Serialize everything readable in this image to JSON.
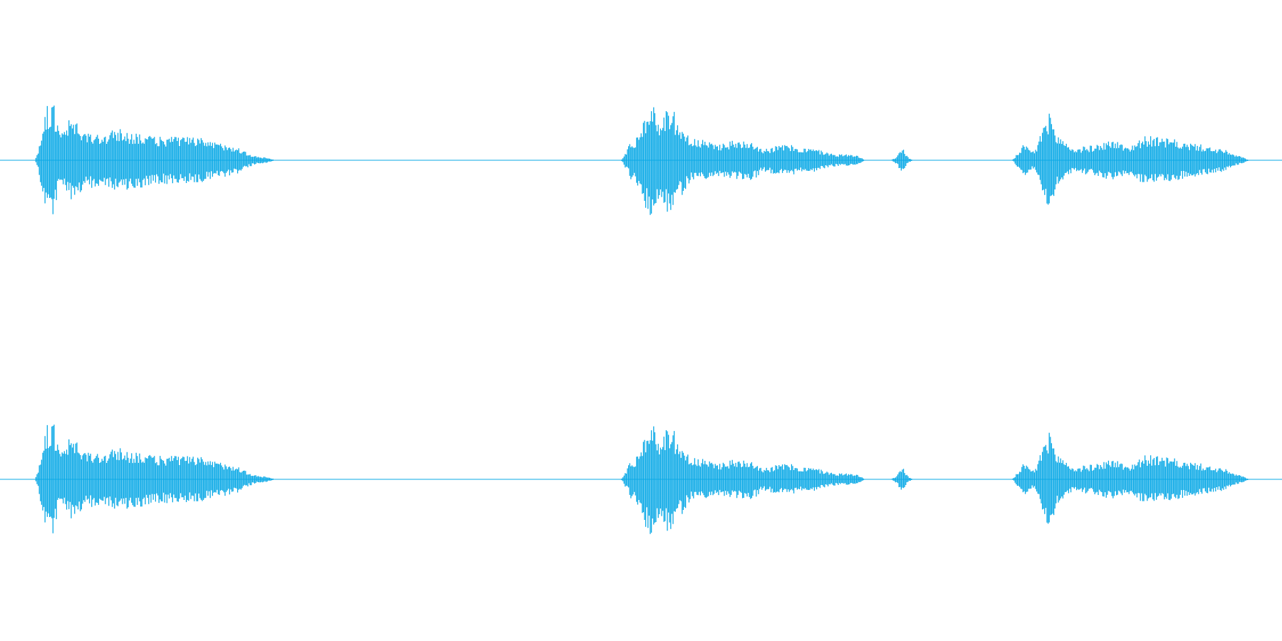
{
  "chart_data": {
    "type": "area",
    "kind": "stereo-audio-waveform",
    "color": "#0aa9e6",
    "background": "#ffffff",
    "grid": false,
    "legend": "none",
    "x_units": "fraction-of-duration",
    "xlim": [
      0,
      1
    ],
    "ylim": [
      -1,
      1
    ],
    "channels": [
      {
        "segments": [
          {
            "x": [
              0.028,
              0.215
            ],
            "peaks": [
              [
                0.033,
                0.83
              ],
              [
                0.041,
                0.96
              ],
              [
                0.047,
                0.45
              ],
              [
                0.055,
                0.67
              ],
              [
                0.068,
                0.46
              ],
              [
                0.078,
                0.44
              ],
              [
                0.092,
                0.51
              ],
              [
                0.106,
                0.47
              ],
              [
                0.12,
                0.39
              ],
              [
                0.135,
                0.4
              ],
              [
                0.15,
                0.38
              ],
              [
                0.175,
                0.28
              ],
              [
                0.205,
                0.05
              ]
            ]
          },
          {
            "x": [
              0.485,
              0.675
            ],
            "peaks": [
              [
                0.494,
                0.35
              ],
              [
                0.508,
                0.9
              ],
              [
                0.515,
                0.7
              ],
              [
                0.523,
                0.91
              ],
              [
                0.53,
                0.6
              ],
              [
                0.54,
                0.36
              ],
              [
                0.56,
                0.28
              ],
              [
                0.572,
                0.32
              ],
              [
                0.585,
                0.34
              ],
              [
                0.596,
                0.2
              ],
              [
                0.612,
                0.26
              ],
              [
                0.63,
                0.2
              ],
              [
                0.655,
                0.1
              ]
            ]
          },
          {
            "x": [
              0.695,
              0.712
            ],
            "peaks": [
              [
                0.697,
                0.1
              ],
              [
                0.704,
                0.2
              ],
              [
                0.71,
                0.1
              ]
            ]
          },
          {
            "x": [
              0.79,
              0.975
            ],
            "peaks": [
              [
                0.798,
                0.25
              ],
              [
                0.806,
                0.16
              ],
              [
                0.818,
                0.77
              ],
              [
                0.826,
                0.4
              ],
              [
                0.838,
                0.2
              ],
              [
                0.85,
                0.24
              ],
              [
                0.868,
                0.33
              ],
              [
                0.88,
                0.24
              ],
              [
                0.895,
                0.4
              ],
              [
                0.91,
                0.36
              ],
              [
                0.93,
                0.28
              ],
              [
                0.95,
                0.2
              ],
              [
                0.968,
                0.07
              ]
            ]
          }
        ]
      },
      {
        "segments": [
          {
            "x": [
              0.028,
              0.215
            ],
            "peaks": [
              [
                0.033,
                0.83
              ],
              [
                0.041,
                0.96
              ],
              [
                0.047,
                0.45
              ],
              [
                0.055,
                0.67
              ],
              [
                0.068,
                0.46
              ],
              [
                0.078,
                0.44
              ],
              [
                0.092,
                0.51
              ],
              [
                0.106,
                0.47
              ],
              [
                0.12,
                0.39
              ],
              [
                0.135,
                0.4
              ],
              [
                0.15,
                0.38
              ],
              [
                0.175,
                0.28
              ],
              [
                0.205,
                0.05
              ]
            ]
          },
          {
            "x": [
              0.485,
              0.675
            ],
            "peaks": [
              [
                0.494,
                0.35
              ],
              [
                0.508,
                0.9
              ],
              [
                0.515,
                0.7
              ],
              [
                0.523,
                0.91
              ],
              [
                0.53,
                0.6
              ],
              [
                0.54,
                0.36
              ],
              [
                0.56,
                0.28
              ],
              [
                0.572,
                0.32
              ],
              [
                0.585,
                0.34
              ],
              [
                0.596,
                0.2
              ],
              [
                0.612,
                0.26
              ],
              [
                0.63,
                0.2
              ],
              [
                0.655,
                0.1
              ]
            ]
          },
          {
            "x": [
              0.695,
              0.712
            ],
            "peaks": [
              [
                0.697,
                0.1
              ],
              [
                0.704,
                0.2
              ],
              [
                0.71,
                0.1
              ]
            ]
          },
          {
            "x": [
              0.79,
              0.975
            ],
            "peaks": [
              [
                0.798,
                0.25
              ],
              [
                0.806,
                0.16
              ],
              [
                0.818,
                0.77
              ],
              [
                0.826,
                0.4
              ],
              [
                0.838,
                0.2
              ],
              [
                0.85,
                0.24
              ],
              [
                0.868,
                0.33
              ],
              [
                0.88,
                0.24
              ],
              [
                0.895,
                0.4
              ],
              [
                0.91,
                0.36
              ],
              [
                0.93,
                0.28
              ],
              [
                0.95,
                0.2
              ],
              [
                0.968,
                0.07
              ]
            ]
          }
        ]
      }
    ]
  }
}
